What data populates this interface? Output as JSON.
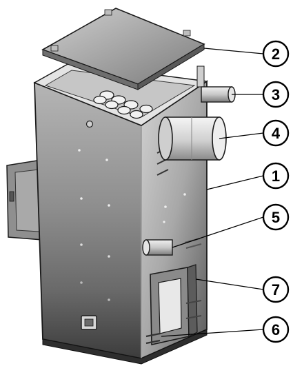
{
  "diagram": {
    "callouts": [
      {
        "id": "callout-2",
        "number": "2"
      },
      {
        "id": "callout-3",
        "number": "3"
      },
      {
        "id": "callout-4",
        "number": "4"
      },
      {
        "id": "callout-1",
        "number": "1"
      },
      {
        "id": "callout-5",
        "number": "5"
      },
      {
        "id": "callout-7",
        "number": "7"
      },
      {
        "id": "callout-6",
        "number": "6"
      }
    ],
    "colors": {
      "body_light": "#b8b8b8",
      "body_dark": "#4a4a4a",
      "outline": "#1a1a1a",
      "lid": "#9a9a9a",
      "background": "#ffffff"
    }
  }
}
